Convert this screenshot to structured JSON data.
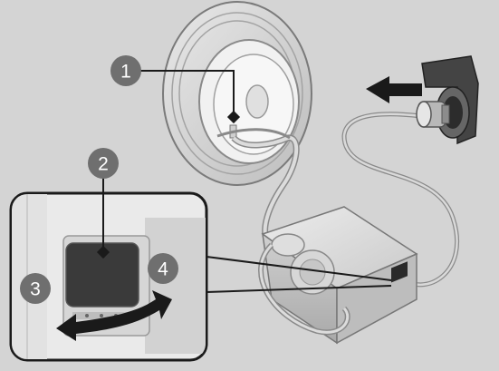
{
  "callouts": [
    {
      "label": "1",
      "meaning": ""
    },
    {
      "label": "2",
      "meaning": ""
    },
    {
      "label": "3",
      "meaning": ""
    },
    {
      "label": "4",
      "meaning": ""
    }
  ],
  "colors": {
    "background": "#d4d4d4",
    "callout_fill": "#6f6f6f",
    "inset_border": "#1a1a1a",
    "arrow_fill": "#1a1a1a",
    "hose": "#9a9a9a"
  },
  "icons": [
    "tire-icon",
    "compressor-icon",
    "power-plug-icon",
    "socket-icon",
    "direction-arrow-icon",
    "rotate-arrow-icon"
  ]
}
